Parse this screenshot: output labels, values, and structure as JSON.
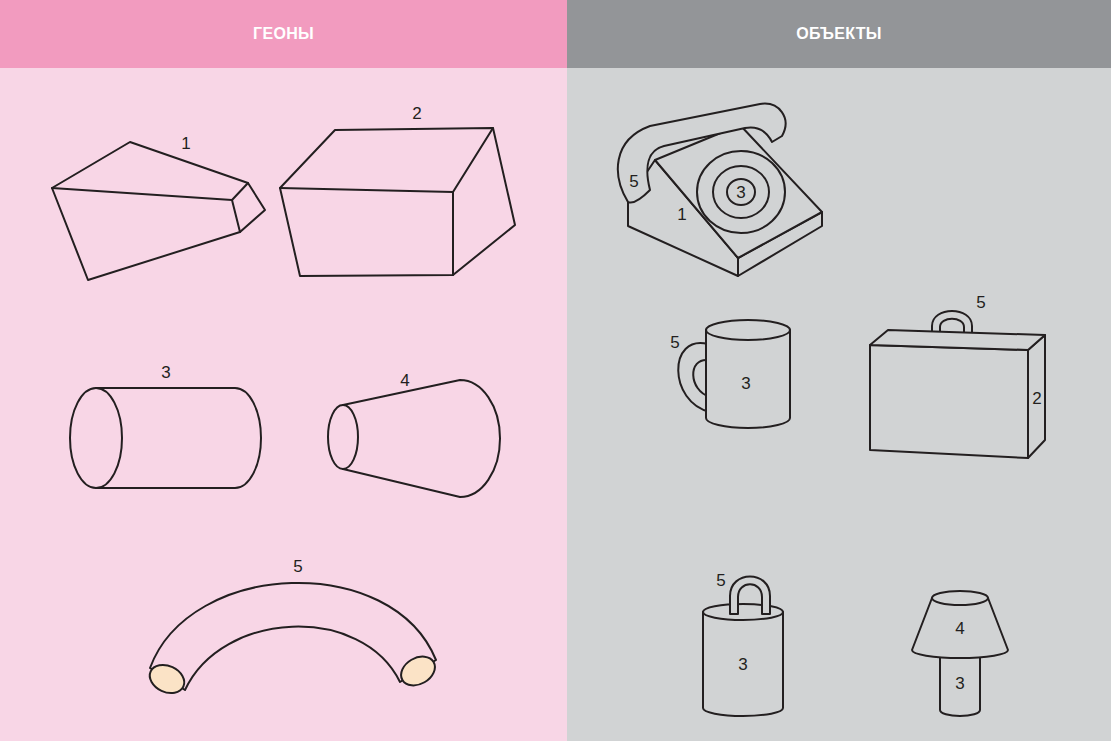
{
  "diagram": {
    "nodes": [
      {
        "text": [
          "ГЕОНЫ"
        ]
      },
      {
        "text": [
          "ОБЪЕКТЫ"
        ]
      }
    ],
    "labels": [
      "1",
      "2",
      "3",
      "4",
      "5",
      "5",
      "3",
      "1",
      "5",
      "3",
      "5",
      "2",
      "5",
      "3",
      "4",
      "3"
    ]
  }
}
